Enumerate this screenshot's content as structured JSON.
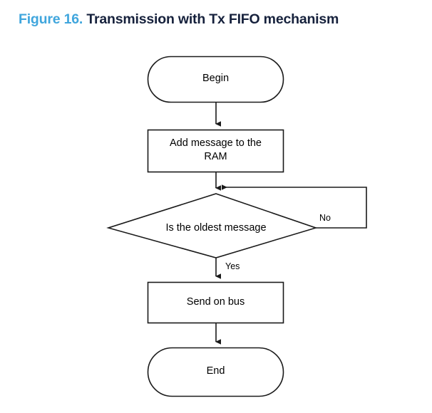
{
  "figure": {
    "number": "Figure 16.",
    "title": "Transmission with Tx FIFO mechanism",
    "number_color": "#40a6dd",
    "title_color": "#16213c"
  },
  "diagram": {
    "type": "flowchart",
    "stroke_color": "#1a1a1a",
    "fill_color": "#ffffff",
    "text_color": "#000000",
    "nodes": [
      {
        "id": "begin",
        "shape": "terminator",
        "label": "Begin"
      },
      {
        "id": "add-ram",
        "shape": "process",
        "label": "Add message to the\nRAM"
      },
      {
        "id": "decision",
        "shape": "decision",
        "label": "Is the oldest message"
      },
      {
        "id": "send-bus",
        "shape": "process",
        "label": "Send on bus"
      },
      {
        "id": "end",
        "shape": "terminator",
        "label": "End"
      }
    ],
    "edges": [
      {
        "from": "begin",
        "to": "add-ram",
        "label": ""
      },
      {
        "from": "add-ram",
        "to": "decision",
        "label": ""
      },
      {
        "from": "decision",
        "to": "send-bus",
        "label": "Yes"
      },
      {
        "from": "decision",
        "to": "decision",
        "label": "No"
      },
      {
        "from": "send-bus",
        "to": "end",
        "label": ""
      }
    ],
    "edge_labels": {
      "no": "No",
      "yes": "Yes"
    }
  }
}
